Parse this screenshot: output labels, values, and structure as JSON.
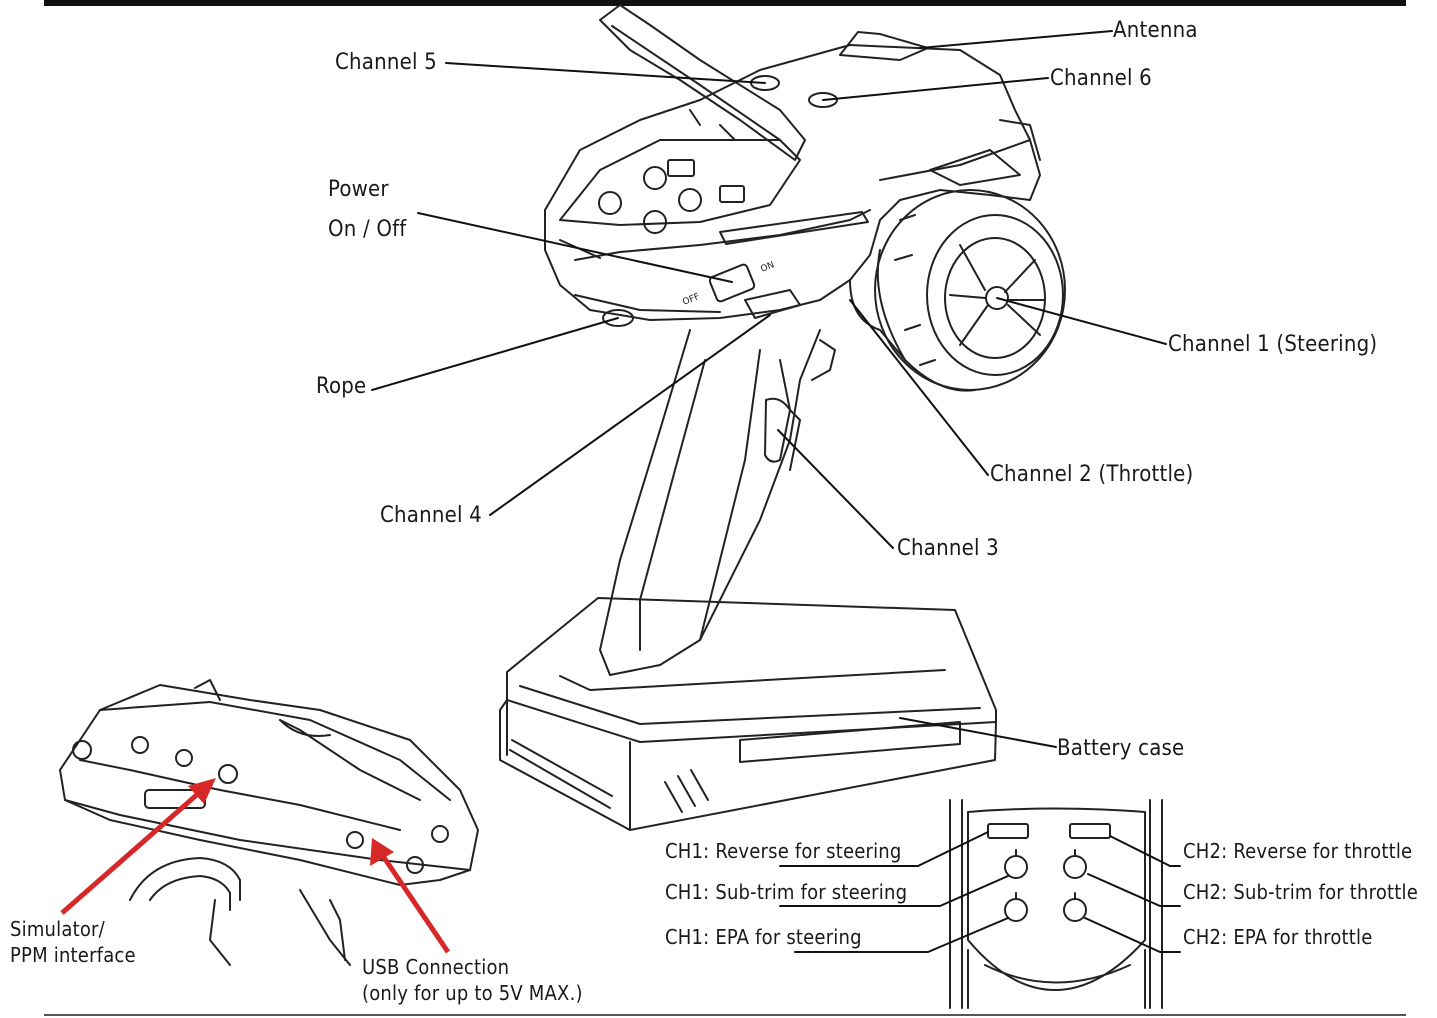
{
  "labels": {
    "antenna": "Antenna",
    "channel5": "Channel 5",
    "channel6": "Channel 6",
    "power": "Power",
    "power_sub": "On / Off",
    "rope": "Rope",
    "channel1": "Channel 1 (Steering)",
    "channel2": "Channel 2 (Throttle)",
    "channel4": "Channel 4",
    "channel3": "Channel 3",
    "battery": "Battery case",
    "simulator": "Simulator/",
    "simulator_sub": "PPM interface",
    "usb": "USB Connection",
    "usb_sub": "(only for up to 5V MAX.)",
    "ch1_reverse": "CH1: Reverse for steering",
    "ch1_subtrim": "CH1: Sub-trim for steering",
    "ch1_epa": "CH1: EPA for steering",
    "ch2_reverse": "CH2: Reverse for throttle",
    "ch2_subtrim": "CH2: Sub-trim for throttle",
    "ch2_epa": "CH2: EPA for throttle"
  },
  "switch_text": {
    "off": "OFF",
    "on": "ON"
  },
  "colors": {
    "arrow": "#d62828",
    "ink": "#1a1a1a"
  }
}
